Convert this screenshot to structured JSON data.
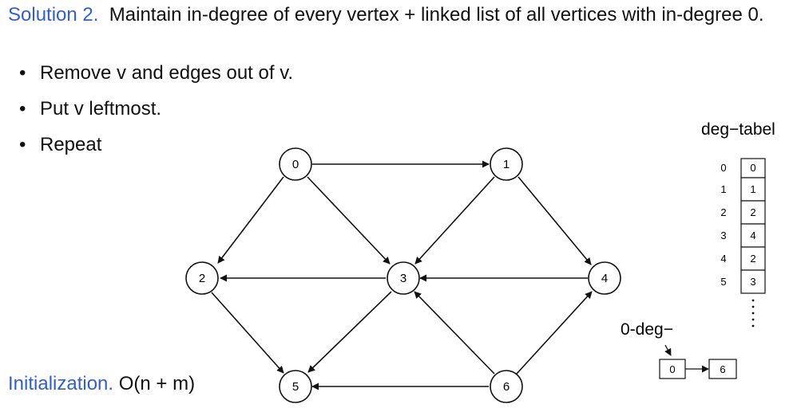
{
  "heading": {
    "prefix": "Solution 2.",
    "text": "Maintain in-degree of every vertex + linked list of all vertices with in-degree 0."
  },
  "bullets": [
    "Remove v and edges out of v.",
    "Put v leftmost.",
    "Repeat"
  ],
  "initialization": {
    "prefix": "Initialization.",
    "text": "O(n + m)"
  },
  "graph": {
    "nodes": [
      "0",
      "1",
      "2",
      "3",
      "4",
      "5",
      "6"
    ],
    "edges": [
      [
        "0",
        "1"
      ],
      [
        "0",
        "2"
      ],
      [
        "0",
        "3"
      ],
      [
        "1",
        "3"
      ],
      [
        "1",
        "4"
      ],
      [
        "3",
        "2"
      ],
      [
        "4",
        "3"
      ],
      [
        "2",
        "5"
      ],
      [
        "3",
        "5"
      ],
      [
        "6",
        "5"
      ],
      [
        "6",
        "3"
      ],
      [
        "6",
        "4"
      ]
    ]
  },
  "deg_table": {
    "title": "deg−tabel",
    "rows": [
      {
        "index": "0",
        "value": "0"
      },
      {
        "index": "1",
        "value": "1"
      },
      {
        "index": "2",
        "value": "2"
      },
      {
        "index": "3",
        "value": "4"
      },
      {
        "index": "4",
        "value": "2"
      },
      {
        "index": "5",
        "value": "3"
      }
    ],
    "ellipsis": "⋮"
  },
  "zero_deg_list": {
    "label": "0-deg−",
    "items": [
      "0",
      "6"
    ]
  },
  "colors": {
    "accent": "#2f5fd0",
    "stroke": "#111111"
  }
}
